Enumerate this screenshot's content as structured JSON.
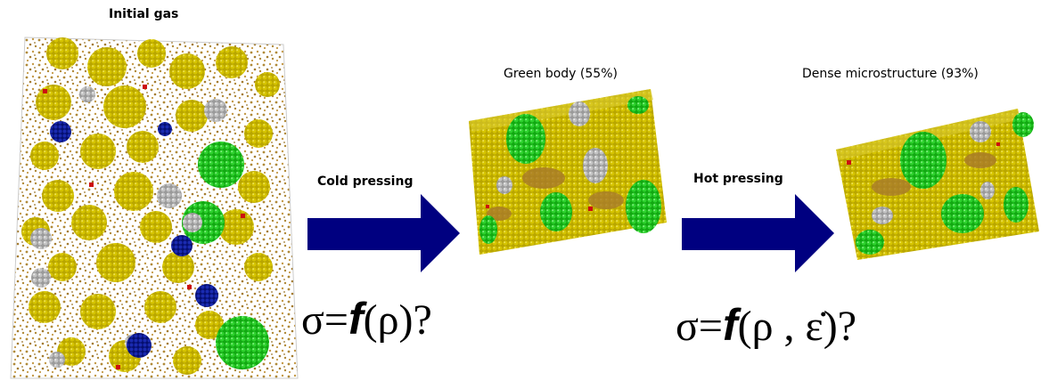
{
  "stages": {
    "initial": {
      "label": "Initial gas"
    },
    "green": {
      "label": "Green body (55%)"
    },
    "dense": {
      "label": "Dense microstructure (93%)"
    }
  },
  "processes": {
    "cold": {
      "label": "Cold pressing",
      "formula": {
        "sigma": "σ=",
        "f": "f",
        "args": "(ρ)?"
      }
    },
    "hot": {
      "label": "Hot pressing",
      "formula": {
        "sigma": "σ=",
        "f": "f",
        "args": "(ρ , ε̇)?"
      }
    }
  },
  "colors": {
    "arrow": "#000080",
    "matrix": "#c8b400",
    "binder": "#a87a2a",
    "green_phase": "#22c022",
    "grey_phase": "#b4b4b4",
    "blue_phase": "#0a1a9a",
    "red_phase": "#cc1010"
  }
}
